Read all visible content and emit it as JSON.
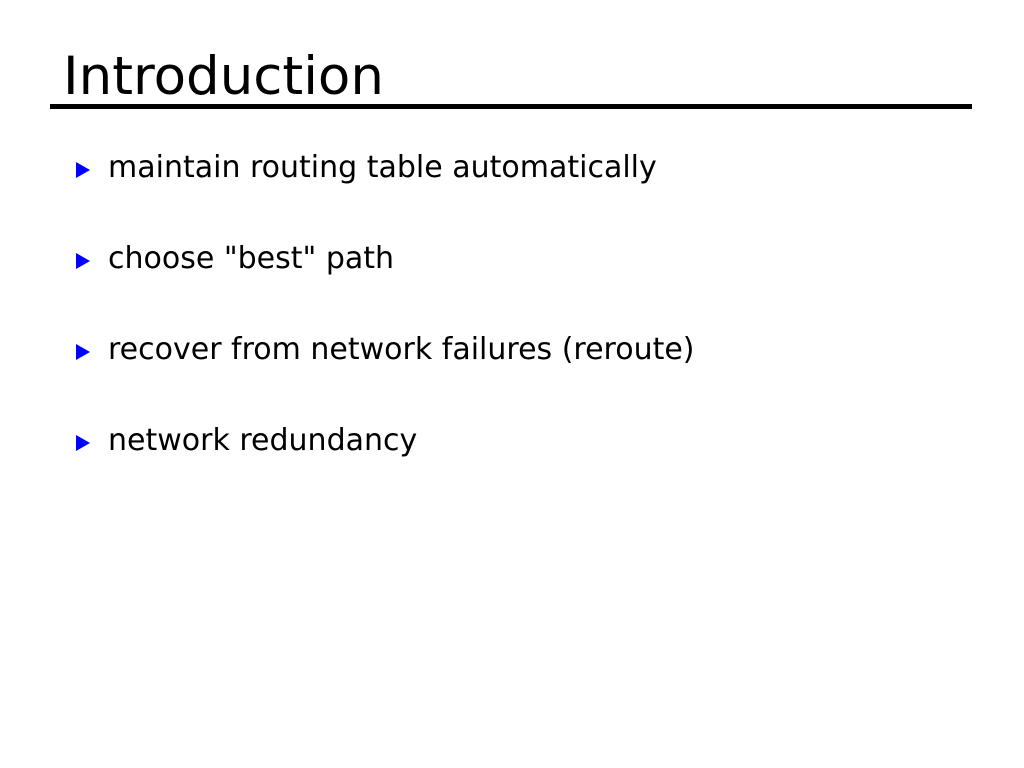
{
  "slide": {
    "title": "Introduction",
    "background_color": "#ffffff",
    "text_color": "#000000",
    "rule_color": "#000000",
    "bullet_marker_color": "#0000ff",
    "bullet_marker_icon": "triangle-right-icon",
    "bullets": [
      {
        "text": "maintain routing table automatically"
      },
      {
        "text": "choose \"best\" path"
      },
      {
        "text": "recover from network failures (reroute)"
      },
      {
        "text": "network redundancy"
      }
    ]
  }
}
